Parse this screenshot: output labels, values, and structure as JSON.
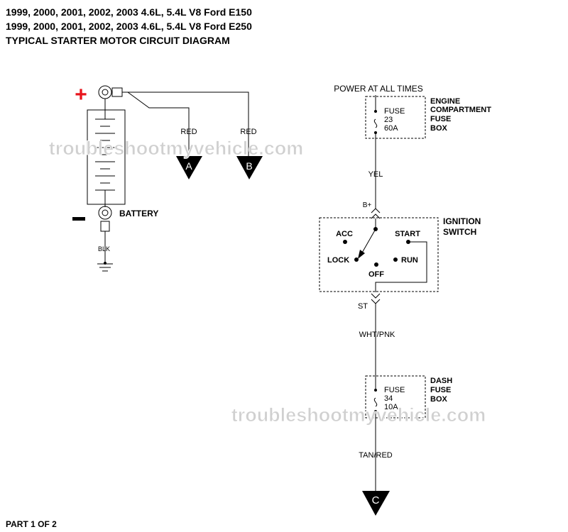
{
  "header": {
    "line1": "1999, 2000, 2001, 2002, 2003 4.6L, 5.4L V8 Ford E150",
    "line2": "1999, 2000, 2001, 2002, 2003 4.6L, 5.4L V8 Ford E250",
    "line3": "TYPICAL STARTER MOTOR CIRCUIT DIAGRAM"
  },
  "watermark": "troubleshootmyvehicle.com",
  "battery": {
    "plus_symbol": "+",
    "minus_symbol": "−",
    "label": "BATTERY",
    "ground_wire": "BLK",
    "wire_a_color": "RED",
    "wire_b_color": "RED",
    "connector_a": "A",
    "connector_b": "B"
  },
  "power": {
    "label": "POWER AT ALL TIMES"
  },
  "engine_fuse": {
    "fuse_label": "FUSE",
    "fuse_number": "23",
    "fuse_rating": "60A",
    "box_label_lines": [
      "ENGINE",
      "COMPARTMENT",
      "FUSE",
      "BOX"
    ]
  },
  "wires": {
    "yel": "YEL",
    "wht_pnk": "WHT/PNK",
    "tan_red": "TAN/RED"
  },
  "ignition": {
    "title_lines": [
      "IGNITION",
      "SWITCH"
    ],
    "b_plus": "B+",
    "st": "ST",
    "positions": {
      "acc": "ACC",
      "start": "START",
      "lock": "LOCK",
      "run": "RUN",
      "off": "OFF"
    }
  },
  "dash_fuse": {
    "fuse_label": "FUSE",
    "fuse_number": "34",
    "fuse_rating": "10A",
    "box_label_lines": [
      "DASH",
      "FUSE",
      "BOX"
    ]
  },
  "connector_c": "C",
  "footer": "PART 1 OF 2",
  "colors": {
    "plus": "#e8141c",
    "minus": "#000000",
    "wire": "#000000",
    "watermark": "#d0d0d0"
  }
}
